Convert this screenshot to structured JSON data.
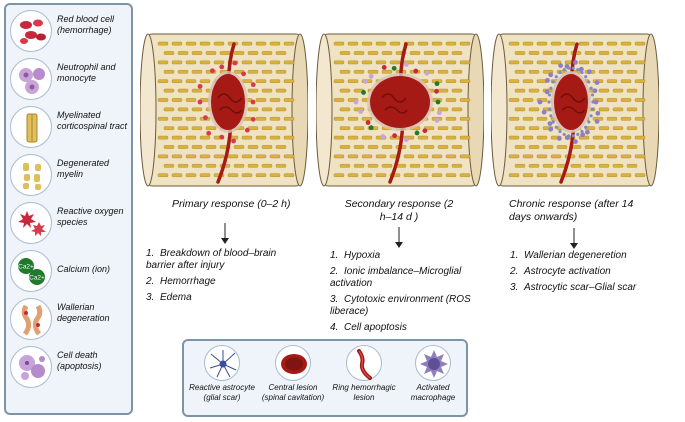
{
  "legend": {
    "items": [
      {
        "label": "Red blood cell (hemorrhage)",
        "icon": "red-blood-cell-icon"
      },
      {
        "label": "Neutrophil and monocyte",
        "icon": "neutrophil-icon"
      },
      {
        "label": "Myelinated corticospinal tract",
        "icon": "myelinated-tract-icon"
      },
      {
        "label": "Degenerated myelin",
        "icon": "degenerated-myelin-icon"
      },
      {
        "label": "Reactive oxygen species",
        "icon": "ros-icon"
      },
      {
        "label": "Calcium (ion)",
        "icon": "calcium-icon",
        "ion_label": "Ca2+"
      },
      {
        "label": "Wallerian degeneration",
        "icon": "wallerian-icon"
      },
      {
        "label": "Cell death (apoptosis)",
        "icon": "cell-death-icon"
      }
    ]
  },
  "stages": [
    {
      "title": "Primary response (0–2 h)",
      "items": [
        {
          "num": "1.",
          "text": "Breakdown of blood–brain barrier after injury"
        },
        {
          "num": "2.",
          "text": "Hemorrhage"
        },
        {
          "num": "3.",
          "text": "Edema"
        }
      ]
    },
    {
      "title": "Secondary response (2 h–14 d )",
      "items": [
        {
          "num": "1.",
          "text": "Hypoxia"
        },
        {
          "num": "2.",
          "text": "Ionic imbalance–Microglial activation"
        },
        {
          "num": "3.",
          "text": "Cytotoxic environment (ROS liberace)"
        },
        {
          "num": "4.",
          "text": "Cell apoptosis"
        }
      ]
    },
    {
      "title": "Chronic response (after 14 days onwards)",
      "items": [
        {
          "num": "1.",
          "text": "Wallerian degeneretion"
        },
        {
          "num": "2.",
          "text": "Astrocyte activation"
        },
        {
          "num": "3.",
          "text": "Astrocytic scar–Glial scar"
        }
      ]
    }
  ],
  "bottom_legend": [
    {
      "label": "Reactive astrocyte (glial scar)",
      "icon": "reactive-astrocyte-icon"
    },
    {
      "label": "Central lesion (spinal cavitation)",
      "icon": "central-lesion-icon"
    },
    {
      "label": "Ring hemorrhagic lesion",
      "icon": "ring-hemorrhagic-lesion-icon"
    },
    {
      "label": "Activated macrophage",
      "icon": "activated-macrophage-icon"
    }
  ],
  "colors": {
    "tissue": "#efe3c4",
    "fiber": "#d9b13c",
    "lesion": "#a51a14",
    "panel_border": "#7f93a6",
    "panel_bg": "#eef4fa"
  }
}
